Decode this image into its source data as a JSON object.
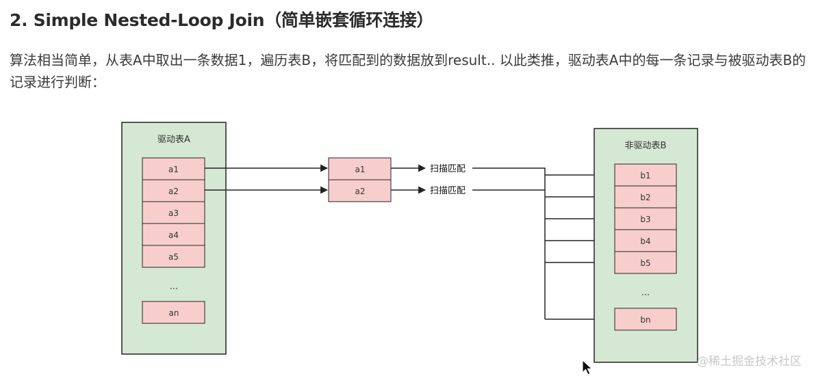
{
  "heading": "2. Simple Nested-Loop Join（简单嵌套循环连接）",
  "paragraph": "算法相当简单，从表A中取出一条数据1，遍历表B，将匹配到的数据放到result.. 以此类推，驱动表A中的每一条记录与被驱动表B的记录进行判断：",
  "diagram": {
    "table_a": {
      "title": "驱动表A",
      "rows": [
        "a1",
        "a2",
        "a3",
        "a4",
        "a5"
      ],
      "ellipsis": "...",
      "last_row": "an"
    },
    "middle_rows": [
      "a1",
      "a2"
    ],
    "scan_label": "扫描匹配",
    "table_b": {
      "title": "非驱动表B",
      "rows": [
        "b1",
        "b2",
        "b3",
        "b4",
        "b5"
      ],
      "ellipsis": "...",
      "last_row": "bn"
    }
  },
  "watermark": "@稀土掘金技术社区",
  "colors": {
    "table_fill": "#d5e8d4",
    "row_fill": "#f8cecc",
    "border": "#222222"
  }
}
